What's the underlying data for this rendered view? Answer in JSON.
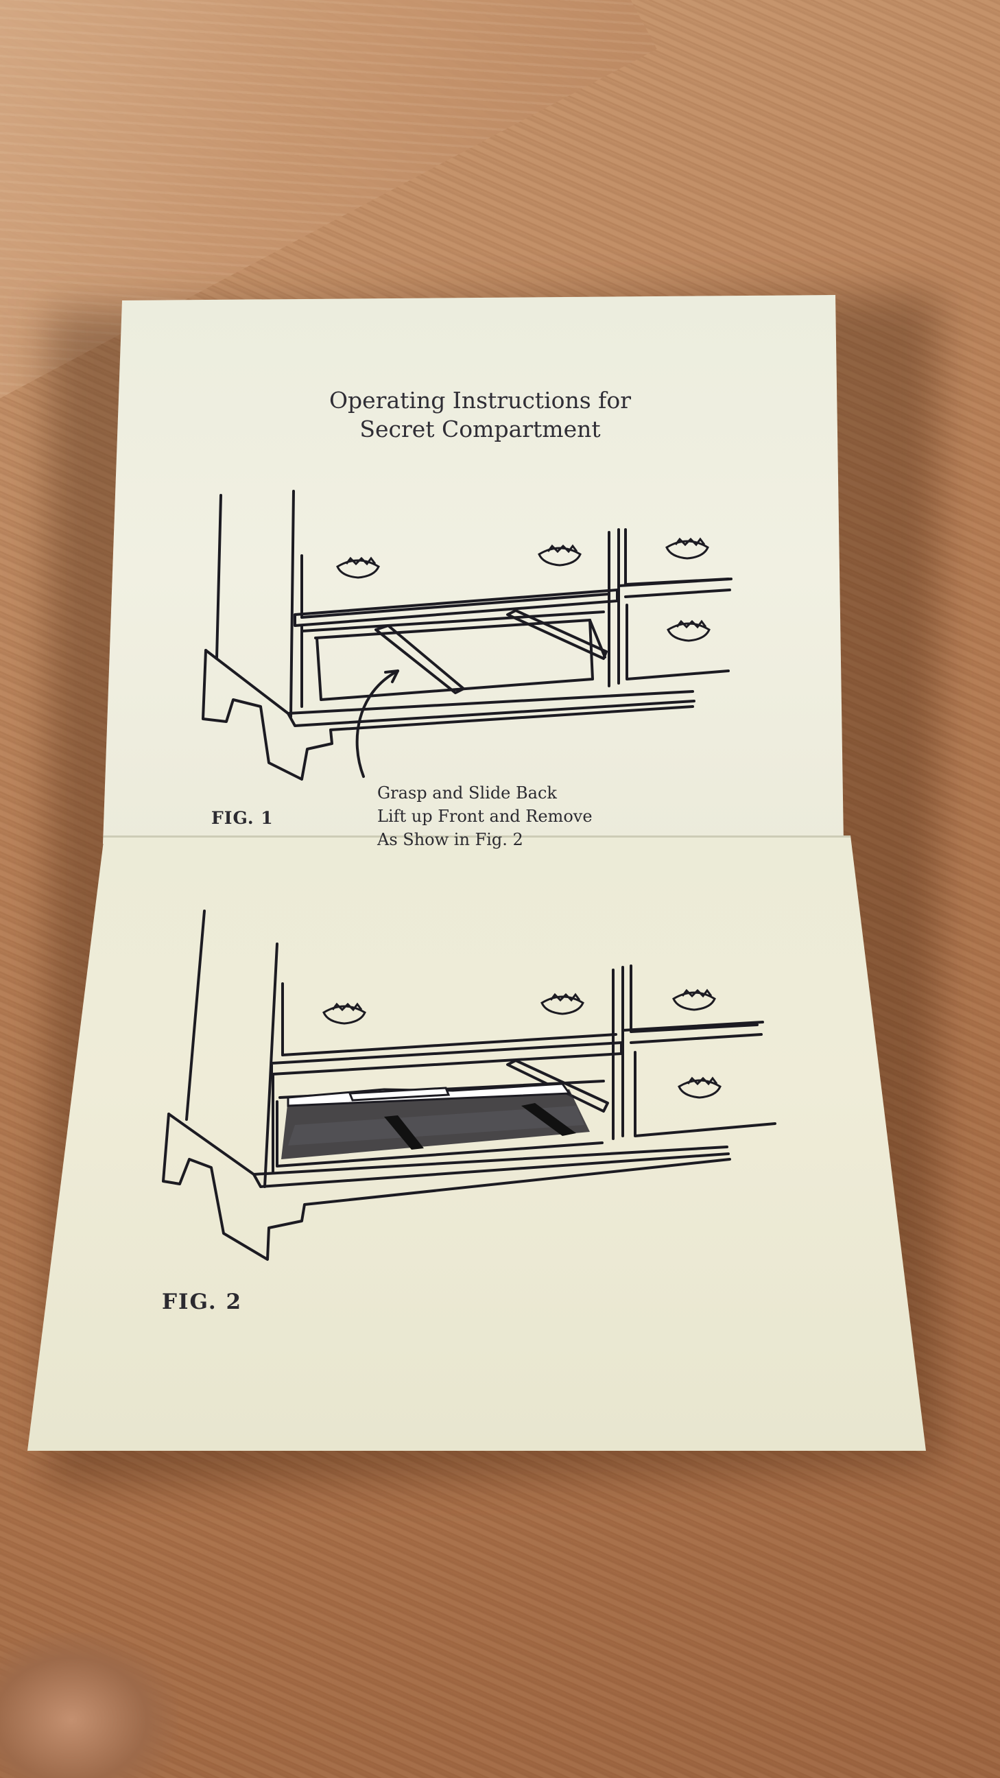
{
  "card": {
    "title_line1": "Operating Instructions for",
    "title_line2": "Secret Compartment",
    "fig1_label": "FIG. 1",
    "fig2_label": "FIG. 2",
    "instruction_line1": "Grasp and Slide Back",
    "instruction_line2": "Lift up Front and Remove",
    "instruction_line3": "As Show in Fig. 2"
  },
  "colors": {
    "paper": "#efeedf",
    "ink": "#1c1b22",
    "wood": "#b9825a"
  }
}
